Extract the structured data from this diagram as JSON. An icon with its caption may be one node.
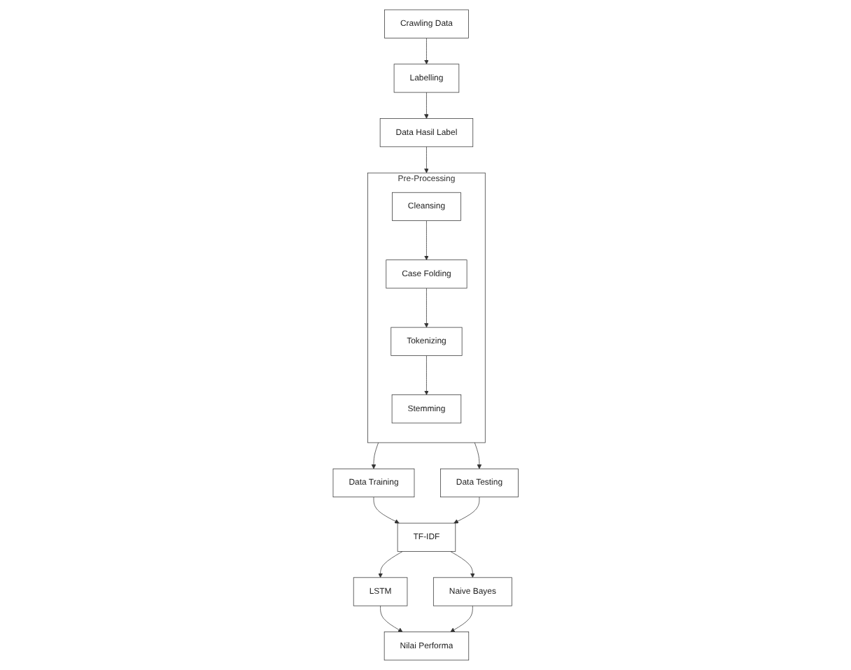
{
  "diagram": {
    "nodes": [
      {
        "text": [
          "Crawling Data"
        ]
      },
      {
        "text": [
          "Labelling"
        ]
      },
      {
        "text": [
          "Data Hasil Label"
        ]
      },
      {
        "text": [
          "Pre-Processing"
        ]
      },
      {
        "text": [
          "Cleansing"
        ],
        "in": 3
      },
      {
        "text": [
          "Case Folding"
        ],
        "in": 3
      },
      {
        "text": [
          "Tokenizing"
        ],
        "in": 3
      },
      {
        "text": [
          "Stemming"
        ],
        "in": 3
      },
      {
        "text": [
          "Data Training"
        ]
      },
      {
        "text": [
          "Data Testing"
        ]
      },
      {
        "text": [
          "TF-IDF"
        ]
      },
      {
        "text": [
          "LSTM"
        ]
      },
      {
        "text": [
          "Naive Bayes"
        ]
      },
      {
        "text": [
          "Nilai Performa"
        ]
      }
    ],
    "edges": [
      {
        "from": 0,
        "to": 1,
        "arrow": "to"
      },
      {
        "from": 1,
        "to": 2,
        "arrow": "to"
      },
      {
        "from": 2,
        "to": 3,
        "arrow": "to"
      },
      {
        "from": 4,
        "to": 5,
        "arrow": "to"
      },
      {
        "from": 5,
        "to": 6,
        "arrow": "to"
      },
      {
        "from": 6,
        "to": 7,
        "arrow": "to"
      },
      {
        "from": 3,
        "to": 8,
        "arrow": "to"
      },
      {
        "from": 3,
        "to": 9,
        "arrow": "to"
      },
      {
        "from": 8,
        "to": 10,
        "arrow": "to"
      },
      {
        "from": 9,
        "to": 10,
        "arrow": "to"
      },
      {
        "from": 10,
        "to": 11,
        "arrow": "to"
      },
      {
        "from": 10,
        "to": 12,
        "arrow": "to"
      },
      {
        "from": 11,
        "to": 13,
        "arrow": "to"
      },
      {
        "from": 12,
        "to": 13,
        "arrow": "to"
      }
    ]
  }
}
